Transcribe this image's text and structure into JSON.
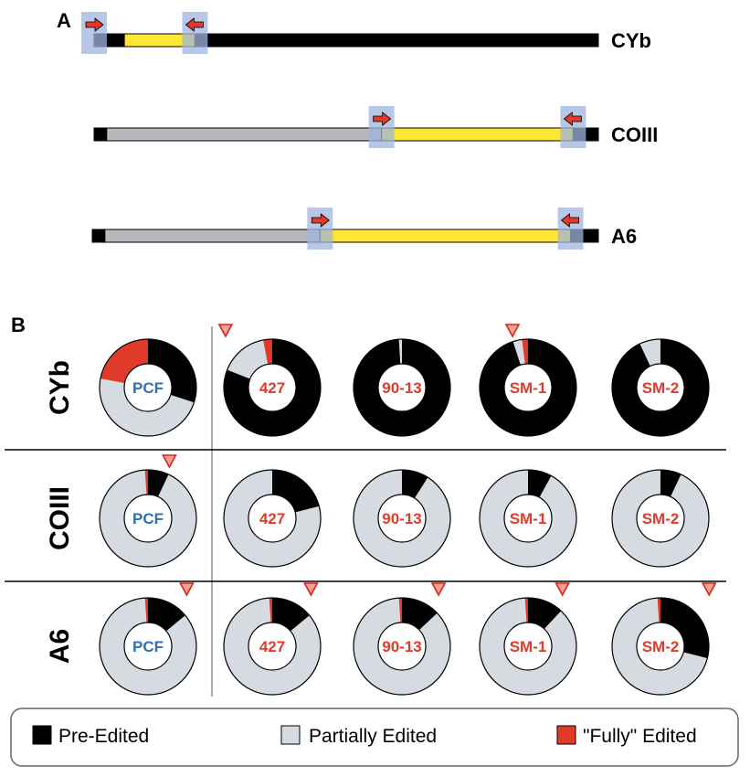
{
  "panel_a": {
    "label": "A",
    "genes": [
      {
        "name": "CYb",
        "segments": [
          {
            "from": 0,
            "to": 0.06,
            "state": "pre"
          },
          {
            "from": 0.06,
            "to": 0.2,
            "state": "edited"
          },
          {
            "from": 0.2,
            "to": 1,
            "state": "pre"
          }
        ],
        "primers": [
          0,
          0.2
        ]
      },
      {
        "name": "COIII",
        "segments": [
          {
            "from": 0,
            "to": 0.025,
            "state": "pre"
          },
          {
            "from": 0.025,
            "to": 0.57,
            "state": "partial"
          },
          {
            "from": 0.57,
            "to": 0.95,
            "state": "edited"
          },
          {
            "from": 0.95,
            "to": 1,
            "state": "pre"
          }
        ],
        "primers": [
          0.57,
          0.95
        ]
      },
      {
        "name": "A6",
        "segments": [
          {
            "from": 0,
            "to": 0.025,
            "state": "pre"
          },
          {
            "from": 0.025,
            "to": 0.45,
            "state": "partial"
          },
          {
            "from": 0.45,
            "to": 0.945,
            "state": "edited"
          },
          {
            "from": 0.945,
            "to": 1,
            "state": "pre"
          }
        ],
        "primers": [
          0.45,
          0.945
        ]
      }
    ]
  },
  "panel_b": {
    "label": "B",
    "rows": [
      "CYb",
      "COIII",
      "A6"
    ],
    "columns": [
      "PCF",
      "427",
      "90-13",
      "SM-1",
      "SM-2"
    ],
    "label_colors": {
      "PCF": "#2f6fb3",
      "427": "#e03a2a",
      "90-13": "#e03a2a",
      "SM-1": "#e03a2a",
      "SM-2": "#e03a2a"
    }
  },
  "chart_data": {
    "type": "pie",
    "subtype": "donut-grid",
    "categories": [
      "Pre-Edited",
      "Partially Edited",
      "\"Fully\" Edited"
    ],
    "colors": {
      "pre": "#000000",
      "partial": "#d6dbe2",
      "full": "#e03a2a"
    },
    "cells": [
      {
        "row": "CYb",
        "col": "PCF",
        "pre": 30,
        "partial": 48,
        "full": 22,
        "marker": false
      },
      {
        "row": "CYb",
        "col": "427",
        "pre": 81,
        "partial": 16,
        "full": 3,
        "marker": true
      },
      {
        "row": "CYb",
        "col": "90-13",
        "pre": 99,
        "partial": 1,
        "full": 0,
        "marker": false
      },
      {
        "row": "CYb",
        "col": "SM-1",
        "pre": 95,
        "partial": 3,
        "full": 2,
        "marker": true
      },
      {
        "row": "CYb",
        "col": "SM-2",
        "pre": 93,
        "partial": 7,
        "full": 0,
        "marker": false
      },
      {
        "row": "COIII",
        "col": "PCF",
        "pre": 7,
        "partial": 92,
        "full": 1,
        "marker": true
      },
      {
        "row": "COIII",
        "col": "427",
        "pre": 21,
        "partial": 79,
        "full": 0,
        "marker": false
      },
      {
        "row": "COIII",
        "col": "90-13",
        "pre": 9,
        "partial": 91,
        "full": 0,
        "marker": false
      },
      {
        "row": "COIII",
        "col": "SM-1",
        "pre": 8,
        "partial": 92,
        "full": 0,
        "marker": false
      },
      {
        "row": "COIII",
        "col": "SM-2",
        "pre": 7,
        "partial": 93,
        "full": 0,
        "marker": false
      },
      {
        "row": "A6",
        "col": "PCF",
        "pre": 14,
        "partial": 85,
        "full": 1,
        "marker": true
      },
      {
        "row": "A6",
        "col": "427",
        "pre": 14,
        "partial": 85,
        "full": 1,
        "marker": true
      },
      {
        "row": "A6",
        "col": "90-13",
        "pre": 13,
        "partial": 86,
        "full": 1,
        "marker": true
      },
      {
        "row": "A6",
        "col": "SM-1",
        "pre": 12,
        "partial": 87,
        "full": 1,
        "marker": true
      },
      {
        "row": "A6",
        "col": "SM-2",
        "pre": 29,
        "partial": 70,
        "full": 1,
        "marker": true
      }
    ]
  },
  "legend": {
    "items": [
      {
        "label": "Pre-Edited",
        "color": "#000000"
      },
      {
        "label": "Partially Edited",
        "color": "#d6dbe2"
      },
      {
        "label": "\"Fully\" Edited",
        "color": "#e03a2a"
      }
    ]
  }
}
